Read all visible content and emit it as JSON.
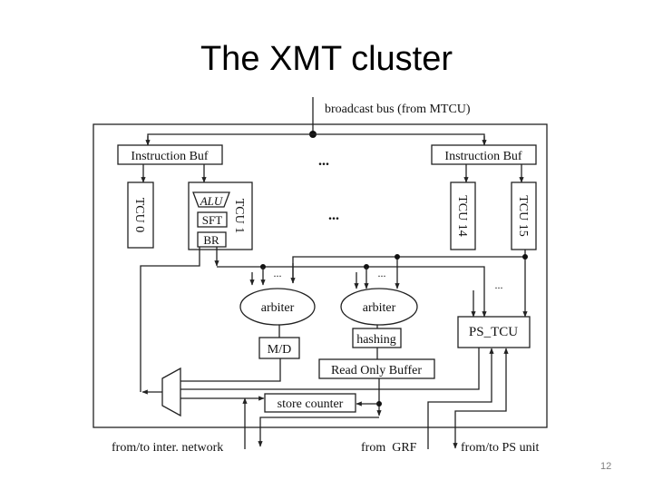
{
  "slide": {
    "title": "The XMT cluster",
    "page_number": "12"
  },
  "diagram": {
    "bus_label": "broadcast bus (from MTCU)",
    "instruction_buffers": [
      "Instruction Buf",
      "Instruction Buf"
    ],
    "tcus": [
      "TCU 0",
      "TCU 1",
      "TCU 14",
      "TCU 15"
    ],
    "tcu1_units": [
      "ALU",
      "SFT",
      "BR"
    ],
    "ellipsis": "...",
    "arbiters": [
      "arbiter",
      "arbiter"
    ],
    "md": "M/D",
    "hashing": "hashing",
    "rob": "Read Only Buffer",
    "ps_tcu": "PS_TCU",
    "store_counter": "store counter",
    "io_labels": [
      "from/to inter. network",
      "from  GRF",
      "from/to PS unit"
    ]
  }
}
